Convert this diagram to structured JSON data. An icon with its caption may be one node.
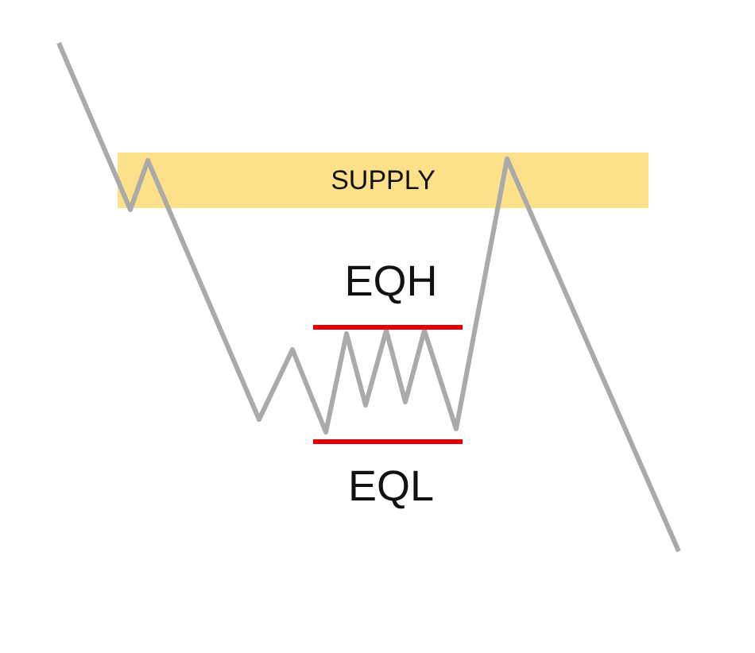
{
  "diagram": {
    "nodes": [
      {
        "text": [
          "SUPPLY"
        ]
      }
    ],
    "labels": [
      "EQH",
      "EQL"
    ]
  }
}
